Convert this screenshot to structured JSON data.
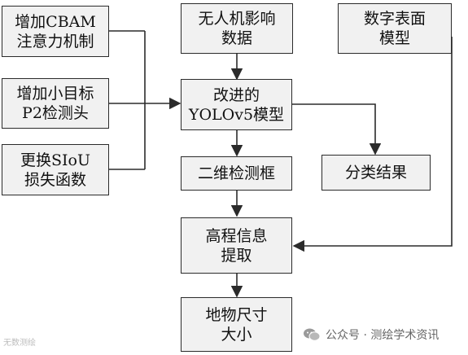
{
  "boxes": {
    "cbam": "增加CBAM\n注意力机制",
    "p2": "增加小目标\nP2检测头",
    "siou": "更换SIoU\n损失函数",
    "uav": "无人机影响\n数据",
    "dsm": "数字表面\n模型",
    "yolo": "改进的\nYOLOv5模型",
    "det2d": "二维检测框",
    "cls": "分类结果",
    "height": "高程信息\n提取",
    "size": "地物尺寸\n大小"
  },
  "watermark": {
    "left": "无数测绘",
    "right": "公众号 · 测绘学术资讯"
  }
}
